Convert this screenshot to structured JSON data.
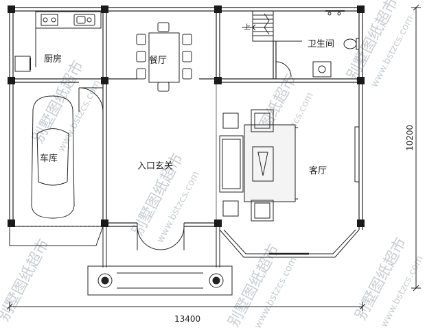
{
  "rooms": {
    "kitchen": "厨房",
    "dining": "餐厅",
    "bathroom": "卫生间",
    "garage": "车库",
    "entrance": "入口玄关",
    "living": "客厅"
  },
  "stair_up": "上",
  "dimensions": {
    "width": "13400",
    "depth": "10200"
  },
  "watermark": {
    "cn": "别墅图纸超市",
    "url": "www.bstzcs.com"
  }
}
